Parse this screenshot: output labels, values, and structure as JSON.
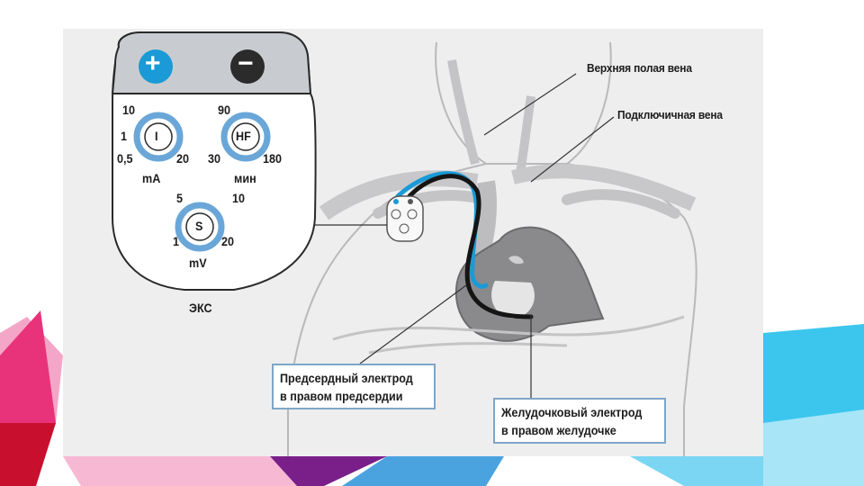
{
  "device": {
    "plus_symbol": "+",
    "minus_symbol": "−",
    "dial_current": {
      "symbol": "I",
      "max": "10",
      "min": "1",
      "low": "0,5",
      "high": "20",
      "unit": "mA"
    },
    "dial_rate": {
      "symbol": "HF",
      "max": "90",
      "low": "30",
      "high": "180",
      "unit": "мин"
    },
    "dial_sense": {
      "symbol": "S",
      "max": "5",
      "max2": "10",
      "low": "1",
      "high": "20",
      "unit": "mV"
    },
    "name": "ЭКС"
  },
  "labels": {
    "superior_vena_cava": "Верхняя полая вена",
    "subclavian_vein": "Подключичная вена",
    "atrial_electrode_line1": "Предсердный электрод",
    "atrial_electrode_line2": "в правом предсердии",
    "ventricular_electrode_line1": "Желудочковый электрод",
    "ventricular_electrode_line2": "в правом желудочке"
  },
  "colors": {
    "accent_blue": "#1a9ad6",
    "lead_black": "#151515",
    "tissue_gray": "#8a8a8c",
    "slide_pink": "#e8337b",
    "slide_cyan": "#3cc6ee"
  }
}
